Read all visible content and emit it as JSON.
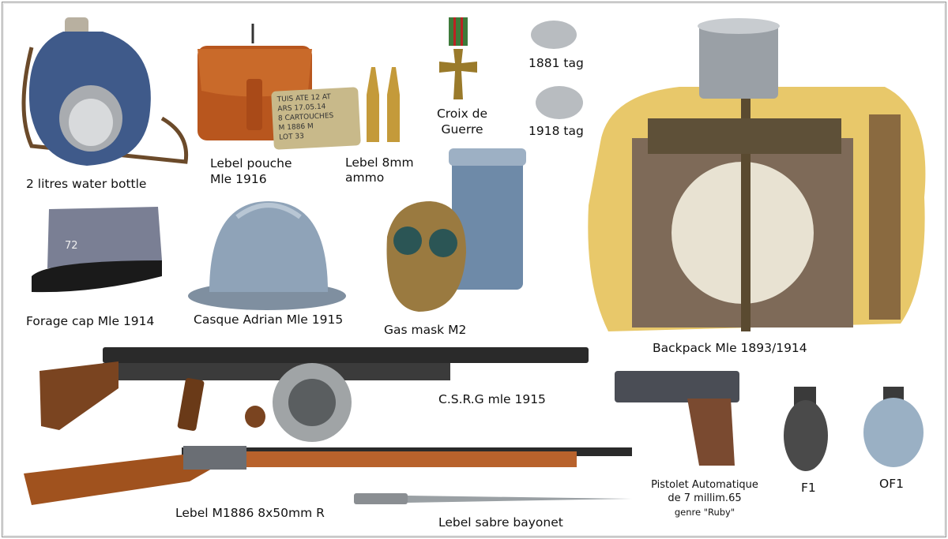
{
  "items": {
    "water_bottle": "2 litres water bottle",
    "pouch": [
      "Lebel pouche",
      "Mle 1916"
    ],
    "ammo": [
      "Lebel 8mm",
      "ammo"
    ],
    "ammo_box_text": [
      "TUIS ATE 12 AT",
      "ARS 17.05.14",
      "8 CARTOUCHES",
      "M 1886 M",
      "LOT 33"
    ],
    "croix": [
      "Croix de",
      "Guerre"
    ],
    "tag_1881": "1881 tag",
    "tag_1918": "1918 tag",
    "forage_cap": "Forage cap Mle 1914",
    "cap_number": "72",
    "helmet": "Casque Adrian Mle 1915",
    "gas_mask": "Gas mask M2",
    "backpack": "Backpack Mle 1893/1914",
    "csrg": "C.S.R.G mle 1915",
    "pistol": [
      "Pistolet Automatique",
      "de 7 millim.65",
      "genre \"Ruby\""
    ],
    "f1": "F1",
    "of1": "OF1",
    "rifle": "Lebel M1886 8x50mm R",
    "bayonet": "Lebel sabre bayonet"
  }
}
